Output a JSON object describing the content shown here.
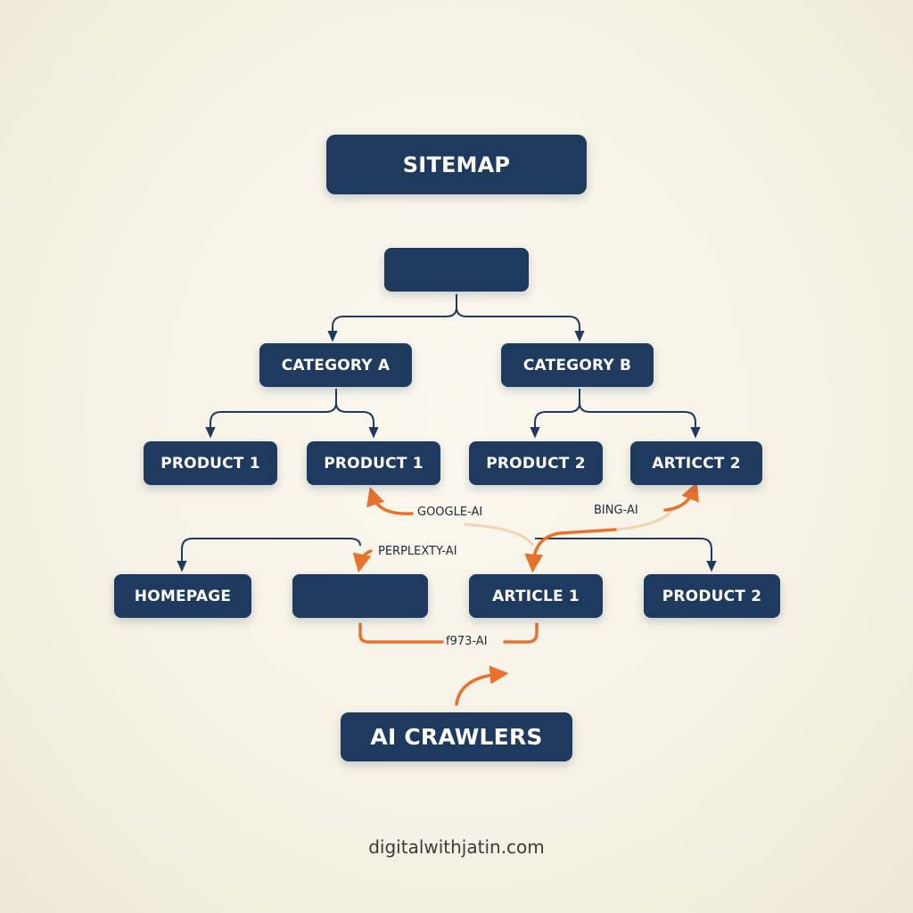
{
  "title": "SITEMAP",
  "nodes": {
    "root": "",
    "category_a": "CATEGORY A",
    "category_b": "CATEGORY B",
    "product_1_left": "PRODUCT 1",
    "product_1_right": "PRODUCT 1",
    "product_2_top": "PRODUCT 2",
    "article_top": "ARTICCT 2",
    "homepage": "HOMEPAGE",
    "blank_node": "",
    "article_1": "ARTICLE 1",
    "product_2_bottom": "PRODUCT 2"
  },
  "crawler_labels": {
    "google": "GOOGLE-AI",
    "bing": "BING-AI",
    "perplexity": "PERPLEXTY-AI",
    "other": "f973-AI"
  },
  "crawlers": "AI CRAWLERS",
  "footer": "digitalwithjatin.com",
  "colors": {
    "node_fill": "#1e3a5f",
    "connector": "#1e3a5f",
    "crawler_arrow": "#e8722c",
    "background": "#f6f1e4"
  }
}
